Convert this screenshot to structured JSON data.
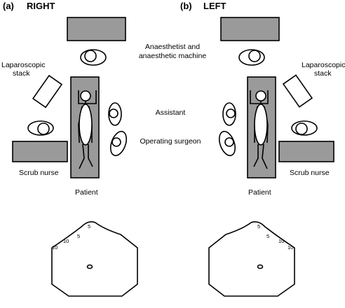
{
  "panels": {
    "right": {
      "letter": "(a)",
      "title": "RIGHT"
    },
    "left": {
      "letter": "(b)",
      "title": "LEFT"
    }
  },
  "labels": {
    "anaesthetist_line1": "Anaesthetist and",
    "anaesthetist_line2": "anaesthetic machine",
    "assistant": "Assistant",
    "operating_surgeon": "Operating surgeon",
    "lap_right_line1": "Laparoscopic",
    "lap_right_line2": "stack",
    "lap_left_line1": "Laparoscopic",
    "lap_left_line2": "stack",
    "scrub_right": "Scrub nurse",
    "scrub_left": "Scrub nurse",
    "patient_right": "Patient",
    "patient_left": "Patient"
  },
  "port_marks": {
    "right": [
      "5",
      "5",
      "10",
      "10"
    ],
    "left": [
      "5",
      "5",
      "10",
      "10"
    ]
  },
  "colors": {
    "equipment_fill": "#9a9a9a",
    "line": "#000000",
    "background": "#ffffff"
  }
}
